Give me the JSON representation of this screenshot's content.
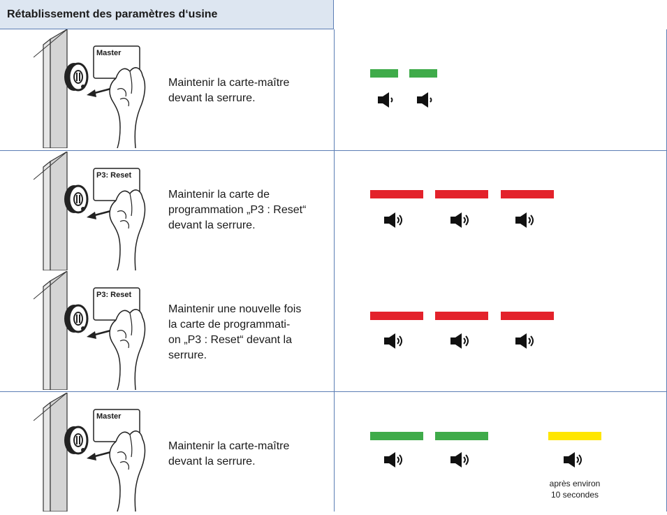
{
  "header": {
    "title": "Rétablissement des paramètres d‘usine"
  },
  "steps": [
    {
      "card_label": "Master",
      "text": "Maintenir la carte-maître\ndevant la serrure."
    },
    {
      "card_label": "P3: Reset",
      "text": "Maintenir la carte de\nprogrammation „P3 : Reset“\ndevant la serrure."
    },
    {
      "card_label": "P3: Reset",
      "text": "Maintenir une nouvelle fois\nla carte de programmati-\non „P3 : Reset“ devant la\nserrure."
    },
    {
      "card_label": "Master",
      "text": "Maintenir la carte-maître\ndevant la serrure.",
      "note": "après environ\n10 secondes"
    }
  ],
  "signals": [
    {
      "color": "green",
      "beep": "short",
      "count": 2
    },
    {
      "color": "red",
      "beep": "long",
      "count": 3
    },
    {
      "color": "red",
      "beep": "long",
      "count": 3
    },
    {
      "colors": [
        "green",
        "green",
        "yellow"
      ],
      "beep": "long"
    }
  ],
  "colors": {
    "green": "#3fab4a",
    "red": "#e3222b",
    "yellow": "#ffe600",
    "border": "#5b7db4",
    "header_bg": "#dde6f1"
  }
}
